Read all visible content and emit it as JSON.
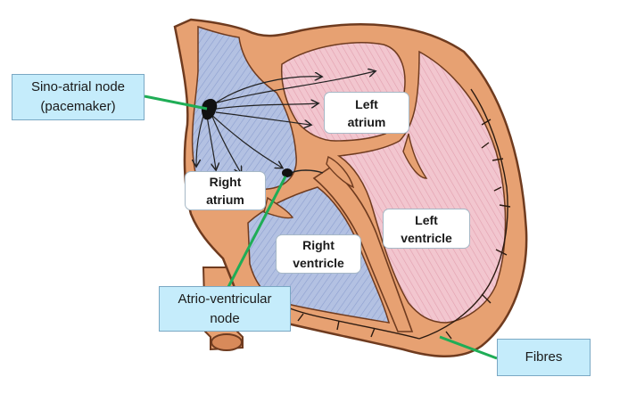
{
  "callouts": {
    "sa_node": "Sino-atrial node\n(pacemaker)",
    "av_node": "Atrio-ventricular\nnode",
    "fibres": "Fibres"
  },
  "chambers": {
    "left_atrium": "Left\natrium",
    "right_atrium": "Right\natrium",
    "left_ventricle": "Left\nventricle",
    "right_ventricle": "Right\nventricle"
  },
  "colors": {
    "muscle": "#e7a172",
    "muscle_outline": "#6f3b1f",
    "blood_deoxygenated": "#a9b9dd",
    "blood_oxygenated": "#efc0cb",
    "leader_line": "#1fad56",
    "callout_fill": "#c5ecfb"
  }
}
